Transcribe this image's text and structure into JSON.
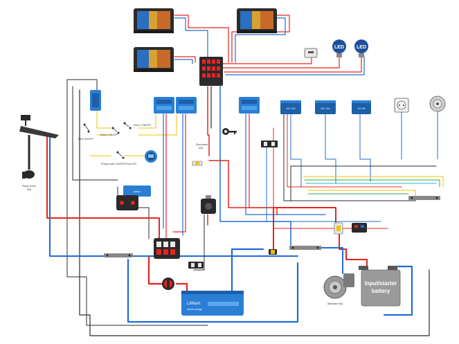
{
  "labels": {
    "bms_switch": "BMS ON/OFF",
    "drive1_switch": "Drive 1 ON/OFF",
    "drive2_switch": "Drive 2 ON/OFF",
    "pickup_switch": "Pickup motor ON/OFF/Force ON",
    "trolling_motor_line1": "Pickup motor",
    "trolling_motor_line2": "60A",
    "disconnect_line1": "Disconnect",
    "disconnect_line2": "60A",
    "conv_24v_1": "24V 12A",
    "conv_24v_2": "24V 12A",
    "conv_12v": "12V 5A",
    "led_1": "LED",
    "led_2": "LED",
    "lithium_battery": "Lithium",
    "lithium_brand": "victron energy",
    "starter_battery_line1": "Input/starter",
    "starter_battery_line2": "battery",
    "alternator": "Alternator 60A",
    "victron_logo": "victron"
  },
  "colors": {
    "wire_red": "#e8231f",
    "wire_blue": "#1f6bd6",
    "wire_black": "#2a2a2a",
    "wire_yellow": "#f2c200",
    "wire_green": "#2fa84f",
    "wire_cyan": "#22b8e6",
    "device_blue": "#2a7fd4",
    "battery_gray": "#9a9a9a"
  }
}
